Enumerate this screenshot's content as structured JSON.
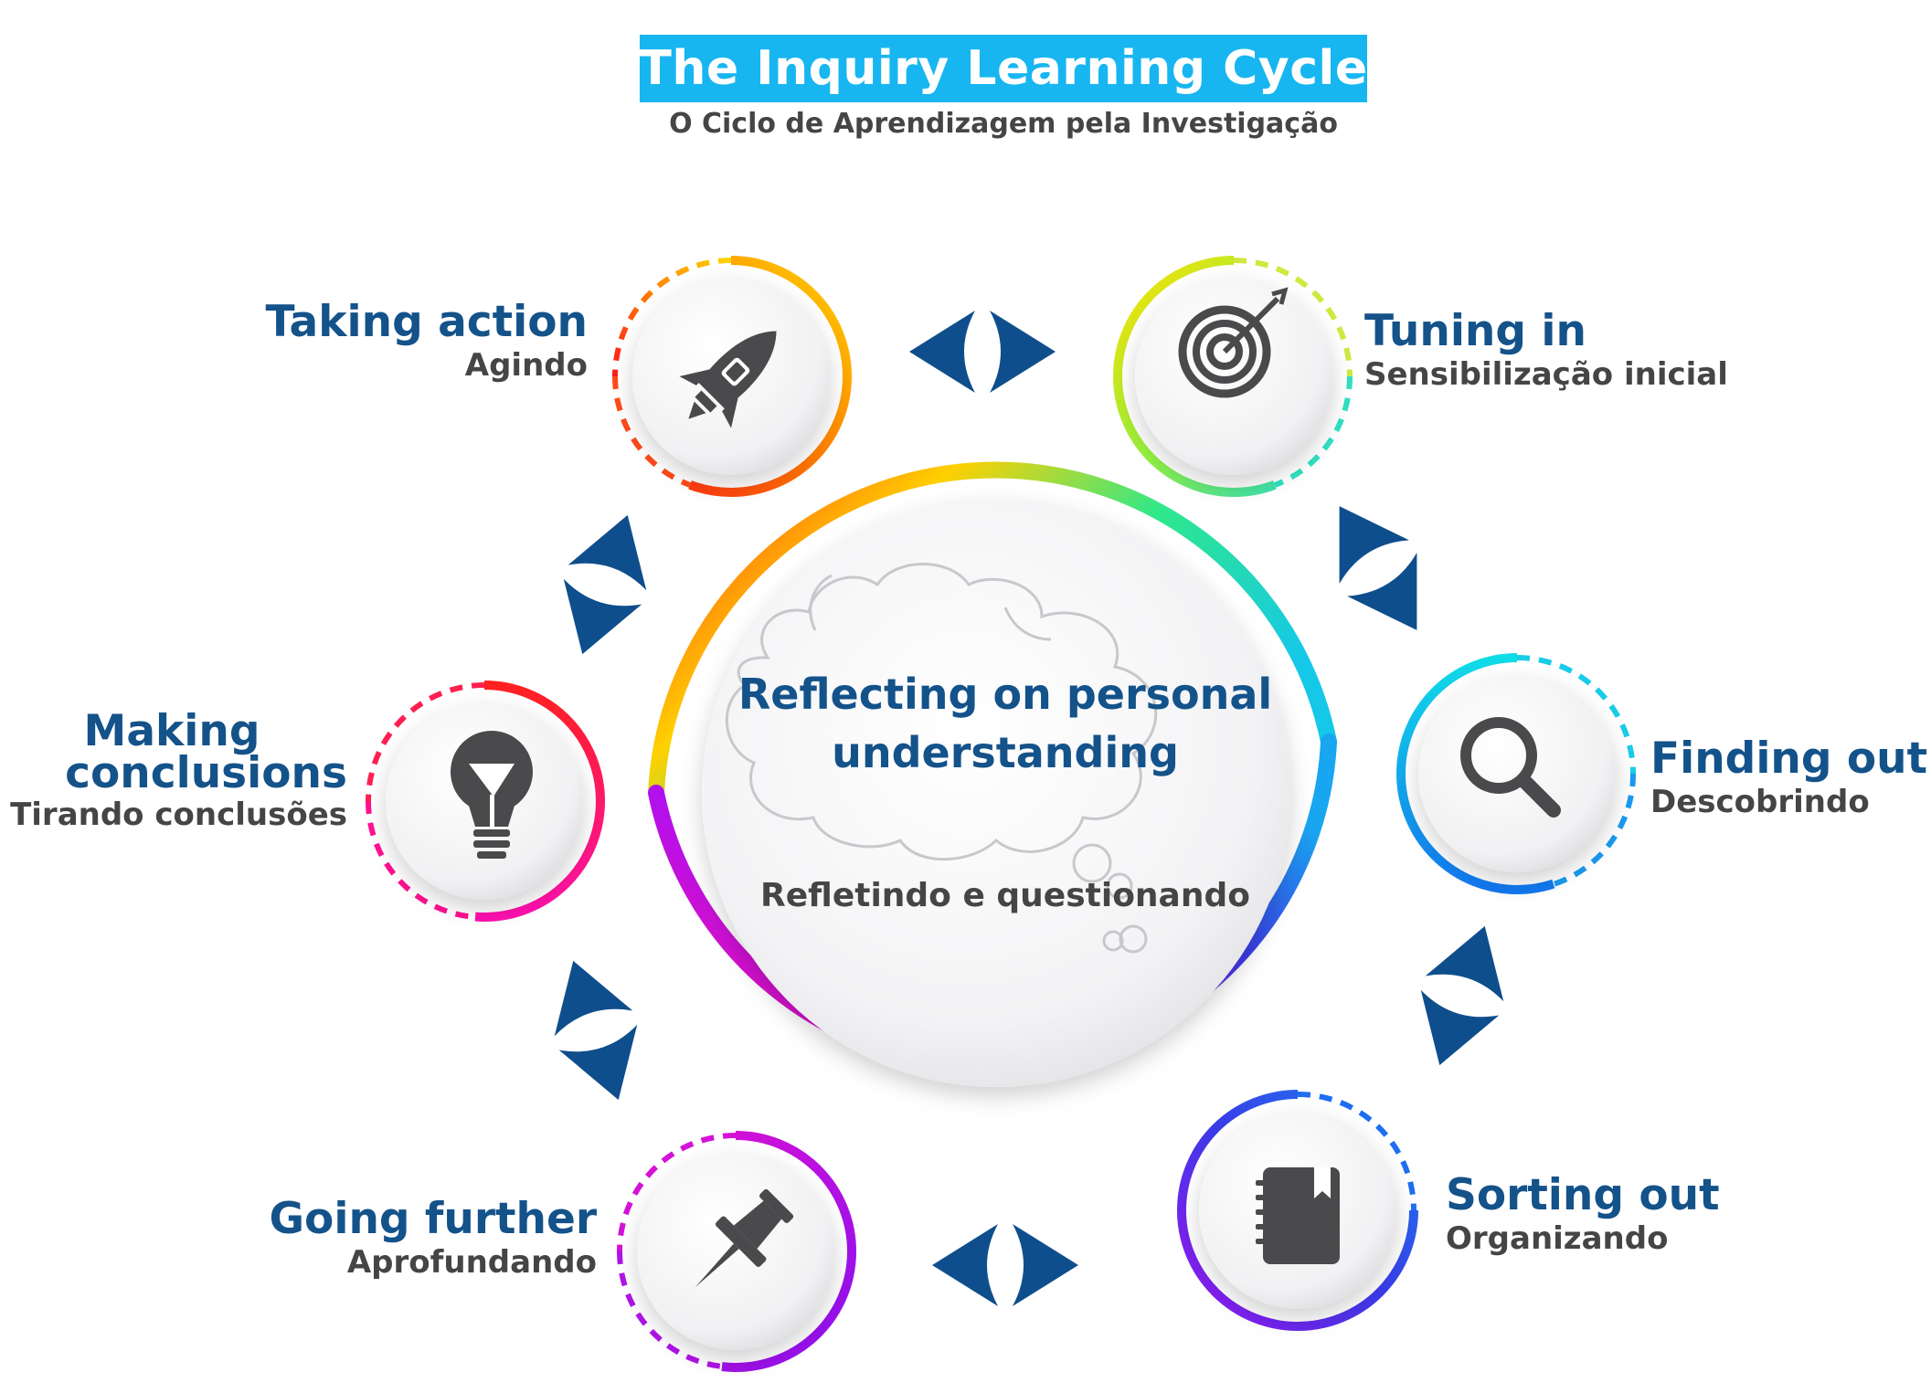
{
  "header": {
    "title": "The Inquiry Learning Cycle",
    "subtitle": "O Ciclo de Aprendizagem pela Investigação"
  },
  "center": {
    "title": "Reflecting on personal understanding",
    "subtitle": "Refletindo e questionando"
  },
  "stages": {
    "tuning_in": {
      "en": "Tuning in",
      "pt": "Sensibilização inicial",
      "icon": "target-icon"
    },
    "finding_out": {
      "en": "Finding out",
      "pt": "Descobrindo",
      "icon": "magnifier-icon"
    },
    "sorting_out": {
      "en": "Sorting out",
      "pt": "Organizando",
      "icon": "notebook-icon"
    },
    "going_further": {
      "en": "Going further",
      "pt": "Aprofundando",
      "icon": "pushpin-icon"
    },
    "making_conclusions": {
      "en_line1": "Making",
      "en_line2": "conclusions",
      "pt": "Tirando conclusões",
      "icon": "lightbulb-icon"
    },
    "taking_action": {
      "en": "Taking action",
      "pt": "Agindo",
      "icon": "rocket-icon"
    }
  },
  "colors": {
    "title_bg": "#18b6f0",
    "heading_blue": "#14528a",
    "text_gray": "#454545",
    "arrow_navy": "#0f4e8c",
    "icon_gray": "#4a4a4c"
  }
}
